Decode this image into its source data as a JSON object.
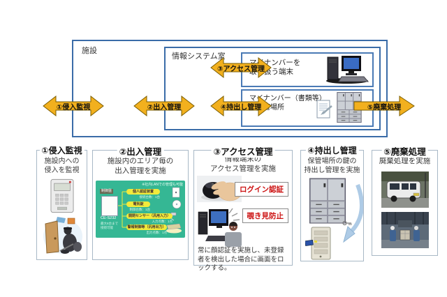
{
  "top_diagram": {
    "facility_label": "施設",
    "it_room_label": "情報システム室",
    "terminal_box_label": "マイナンバーを\n取り扱う端末",
    "storage_box_label": "マイナンバー（書類等）\nの保管場所",
    "arrows": {
      "intrusion": "①侵入監視",
      "entry": "②出入管理",
      "access": "③アクセス管理",
      "takeout": "④持出し管理",
      "disposal": "⑤廃棄処理"
    }
  },
  "columns": {
    "intrusion": {
      "title": "①侵入監視",
      "desc": "施設内への\n侵入を監視"
    },
    "entry": {
      "title": "②出入管理",
      "desc": "施設内のエリア毎の\n出入管理を実施",
      "diagram": {
        "note": "※社内LANでの管理も可能",
        "panel_tag": "制御盤",
        "model": "CE-S232",
        "model_note": "最大8台まで\n接続可能",
        "items": [
          {
            "label": "個人認証装置",
            "sub": "接続台数：1台"
          },
          {
            "label": "電気錠",
            "sub": "制御台数：1台"
          },
          {
            "label": "開閉センサー（汎用入力）",
            "sub": "入力点数：1点"
          },
          {
            "label": "警報制御等（汎用出力）",
            "sub": "出力点数：1点"
          }
        ]
      }
    },
    "access": {
      "title": "③アクセス管理",
      "desc": "情報端末の\nアクセス管理を実施",
      "badge_login": "ログイン認証",
      "badge_peep": "覗き見防止",
      "note": "常に顔認証を実施し、未登録者を検出した場合に画面をロックする。"
    },
    "takeout": {
      "title": "④持出し管理",
      "desc": "保管場所の鍵の\n持出し管理を実施"
    },
    "disposal": {
      "title": "⑤廃棄処理",
      "desc": "廃棄処理を実施"
    }
  },
  "colors": {
    "accent_blue": "#3a6ca8",
    "arrow_yellow": "#f2b01e",
    "alert_red": "#cc1111",
    "diagram_green": "#35b794",
    "frame_gray": "#a8b8c6"
  }
}
